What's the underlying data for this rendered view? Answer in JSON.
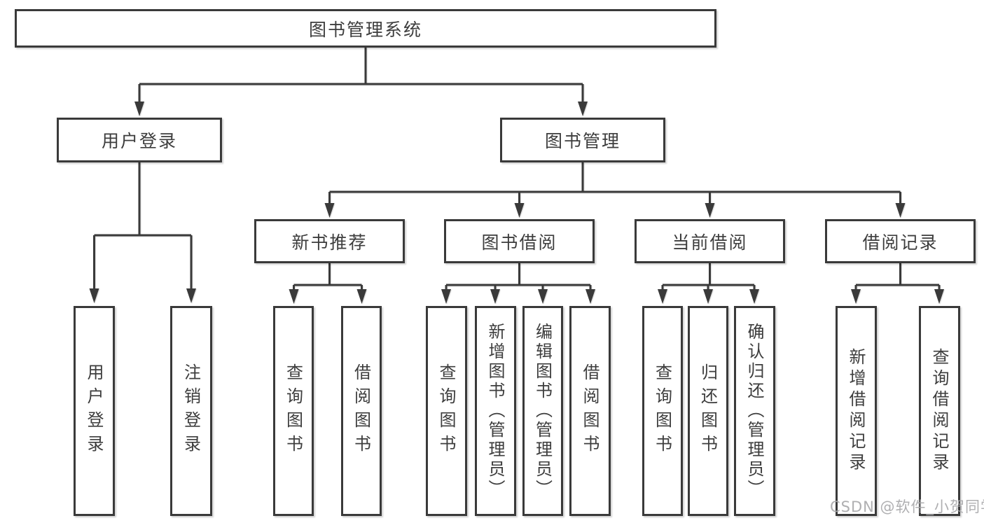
{
  "tree": {
    "root": "图书管理系统",
    "branches": [
      {
        "label": "用户登录",
        "children": [
          "用户登录",
          "注销登录"
        ]
      },
      {
        "label": "图书管理",
        "sections": [
          {
            "label": "新书推荐",
            "children": [
              "查询图书",
              "借阅图书"
            ]
          },
          {
            "label": "图书借阅",
            "children": [
              "查询图书",
              "新增图书（管理员）",
              "编辑图书（管理员）",
              "借阅图书"
            ]
          },
          {
            "label": "当前借阅",
            "children": [
              "查询图书",
              "归还图书",
              "确认归还（管理员）"
            ]
          },
          {
            "label": "借阅记录",
            "children": [
              "新增借阅记录",
              "查询借阅记录"
            ]
          }
        ]
      }
    ]
  },
  "watermark": "CSDN @软件_小贺同学",
  "colors": {
    "line": "#3a3a3a",
    "text": "#3d3d3d",
    "watermark": "#a8a8aa",
    "background": "#ffffff"
  }
}
